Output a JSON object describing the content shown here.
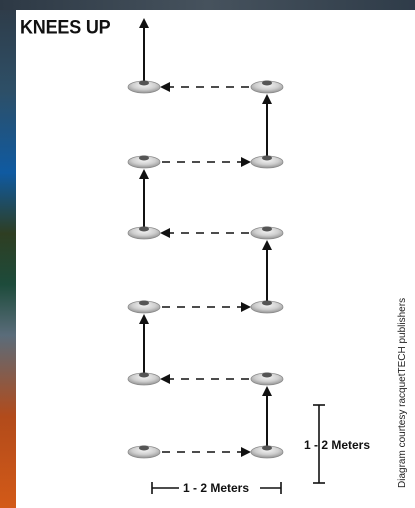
{
  "title": "KNEES UP",
  "credit": "Diagram courtesy racquetTECH publishers",
  "labels": {
    "vertical_distance": "1 - 2 Meters",
    "horizontal_distance": "1 - 2 Meters"
  }
}
